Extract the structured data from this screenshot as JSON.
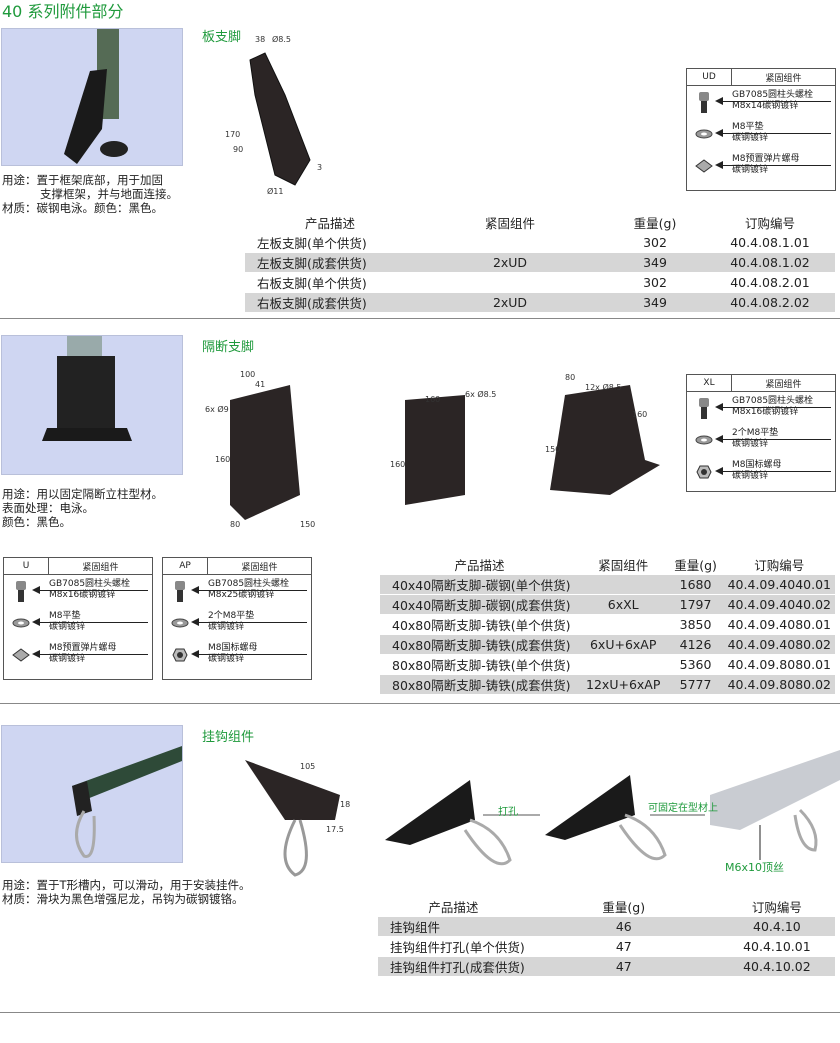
{
  "page_title": "40 系列附件部分",
  "sections": [
    {
      "title": "板支脚",
      "desc": [
        "用途：置于框架底部，用于加固",
        "支撑框架，并与地面连接。",
        "材质：碳钢电泳。颜色：黑色。"
      ],
      "dims": [
        "38",
        "Ø8.5",
        "170",
        "90",
        "Ø11",
        "3"
      ],
      "table": {
        "headers": [
          "产品描述",
          "紧固组件",
          "重量(g)",
          "订购编号"
        ],
        "rows": [
          [
            "左板支脚(单个供货)",
            "",
            "302",
            "40.4.08.1.01"
          ],
          [
            "左板支脚(成套供货)",
            "2xUD",
            "349",
            "40.4.08.1.02"
          ],
          [
            "右板支脚(单个供货)",
            "",
            "302",
            "40.4.08.2.01"
          ],
          [
            "右板支脚(成套供货)",
            "2xUD",
            "349",
            "40.4.08.2.02"
          ]
        ]
      }
    },
    {
      "title": "隔断支脚",
      "desc": [
        "用途：用以固定隔断立柱型材。",
        "表面处理：电泳。",
        "颜色：黑色。"
      ],
      "dims": [
        "100",
        "41",
        "6x Ø9",
        "160",
        "80",
        "150",
        "160",
        "6x Ø8.5",
        "160",
        "80",
        "12x Ø8.5",
        "160",
        "150"
      ],
      "table": {
        "headers": [
          "产品描述",
          "紧固组件",
          "重量(g)",
          "订购编号"
        ],
        "rows": [
          [
            "40x40隔断支脚-碳钢(单个供货)",
            "",
            "1680",
            "40.4.09.4040.01"
          ],
          [
            "40x40隔断支脚-碳钢(成套供货)",
            "6xXL",
            "1797",
            "40.4.09.4040.02"
          ],
          [
            "40x80隔断支脚-铸铁(单个供货)",
            "",
            "3850",
            "40.4.09.4080.01"
          ],
          [
            "40x80隔断支脚-铸铁(成套供货)",
            "6xU+6xAP",
            "4126",
            "40.4.09.4080.02"
          ],
          [
            "80x80隔断支脚-铸铁(单个供货)",
            "",
            "5360",
            "40.4.09.8080.01"
          ],
          [
            "80x80隔断支脚-铸铁(成套供货)",
            "12xU+6xAP",
            "5777",
            "40.4.09.8080.02"
          ]
        ]
      }
    },
    {
      "title": "挂钩组件",
      "desc": [
        "用途：置于T形槽内，可以滑动，用于安装挂件。",
        "材质：滑块为黑色增强尼龙，吊钩为碳钢镀铬。"
      ],
      "dims": [
        "105",
        "18",
        "17.5"
      ],
      "step1": "打孔",
      "step2": "可固定在型材上",
      "screw": "M6x10顶丝",
      "table": {
        "headers": [
          "产品描述",
          "重量(g)",
          "订购编号"
        ],
        "rows": [
          [
            "挂钩组件",
            "46",
            "40.4.10"
          ],
          [
            "挂钩组件打孔(单个供货)",
            "47",
            "40.4.10.01"
          ],
          [
            "挂钩组件打孔(成套供货)",
            "47",
            "40.4.10.02"
          ]
        ]
      }
    }
  ],
  "boxes": {
    "ud": {
      "code": "UD",
      "head": "紧固组件",
      "items": [
        [
          "GB7085圆柱头螺栓",
          "M8x14碳钢镀锌"
        ],
        [
          "M8平垫",
          "碳钢镀锌"
        ],
        [
          "M8预置弹片螺母",
          "碳钢镀锌"
        ]
      ]
    },
    "xl": {
      "code": "XL",
      "head": "紧固组件",
      "items": [
        [
          "GB7085圆柱头螺栓",
          "M8x16碳钢镀锌"
        ],
        [
          "2个M8平垫",
          "碳钢镀锌"
        ],
        [
          "M8国标螺母",
          "碳钢镀锌"
        ]
      ]
    },
    "u": {
      "code": "U",
      "head": "紧固组件",
      "items": [
        [
          "GB7085圆柱头螺栓",
          "M8x16碳钢镀锌"
        ],
        [
          "M8平垫",
          "碳钢镀锌"
        ],
        [
          "M8预置弹片螺母",
          "碳钢镀锌"
        ]
      ]
    },
    "ap": {
      "code": "AP",
      "head": "紧固组件",
      "items": [
        [
          "GB7085圆柱头螺栓",
          "M8x25碳钢镀锌"
        ],
        [
          "2个M8平垫",
          "碳钢镀锌"
        ],
        [
          "M8国标螺母",
          "碳钢镀锌"
        ]
      ]
    }
  },
  "colors": {
    "accent": "#1f9a3c",
    "photo_bg": "#cfd6f2",
    "row_gray": "#d6d6d6"
  }
}
